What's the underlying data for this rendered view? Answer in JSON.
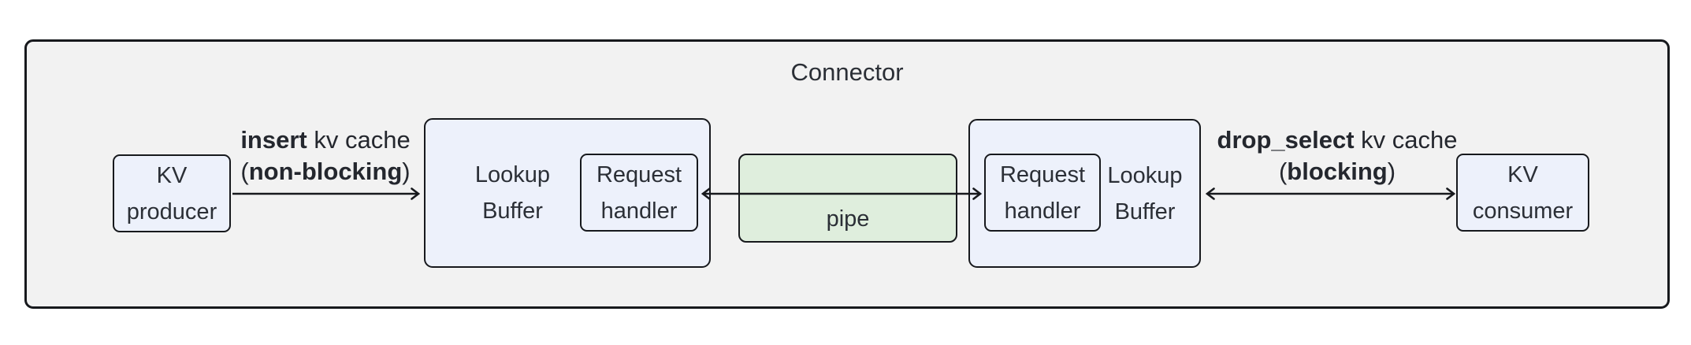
{
  "title": "Connector",
  "nodes": {
    "kv_producer": {
      "lines": [
        "KV",
        "producer"
      ]
    },
    "lookup_buffer_left": {
      "lines": [
        "Lookup",
        "Buffer"
      ]
    },
    "request_handler_left": {
      "lines": [
        "Request",
        "handler"
      ]
    },
    "pipe": {
      "label": "pipe"
    },
    "request_handler_right": {
      "lines": [
        "Request",
        "handler"
      ]
    },
    "lookup_buffer_right": {
      "lines": [
        "Lookup",
        "Buffer"
      ]
    },
    "kv_consumer": {
      "lines": [
        "KV",
        "consumer"
      ]
    }
  },
  "edges": {
    "insert": {
      "bold": "insert",
      "regular": " kv cache",
      "paren_open": "(",
      "paren_bold": "non-blocking",
      "paren_close": ")"
    },
    "drop_select": {
      "bold": "drop_select",
      "regular": " kv cache",
      "paren_open": "(",
      "paren_bold": "blocking",
      "paren_close": ")"
    }
  },
  "colors": {
    "container_fill": "#f2f2f2",
    "node_fill": "#edf1fb",
    "pipe_fill": "#dfeedd",
    "border": "#17191d",
    "text": "#2b2f36"
  }
}
